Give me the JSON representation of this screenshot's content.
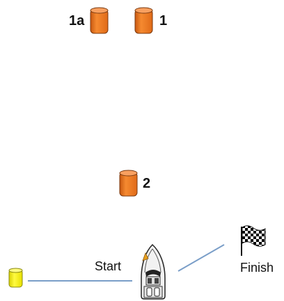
{
  "marks": {
    "buoy_1a": {
      "label": "1a",
      "icon": "orange-buoy-icon",
      "color": "#f07820"
    },
    "buoy_1": {
      "label": "1",
      "icon": "orange-buoy-icon",
      "color": "#f07820"
    },
    "buoy_2": {
      "label": "2",
      "icon": "orange-buoy-icon",
      "color": "#f07820"
    },
    "start_buoy": {
      "icon": "yellow-buoy-icon",
      "color": "#f5f000"
    }
  },
  "start": {
    "label": "Start",
    "icon": "boat-icon"
  },
  "finish": {
    "label": "Finish",
    "icon": "checkered-flag-icon"
  },
  "colors": {
    "line": "#7a9ec8",
    "buoy_outline": "#7a3a10",
    "yellow_outline": "#8a8a10"
  }
}
